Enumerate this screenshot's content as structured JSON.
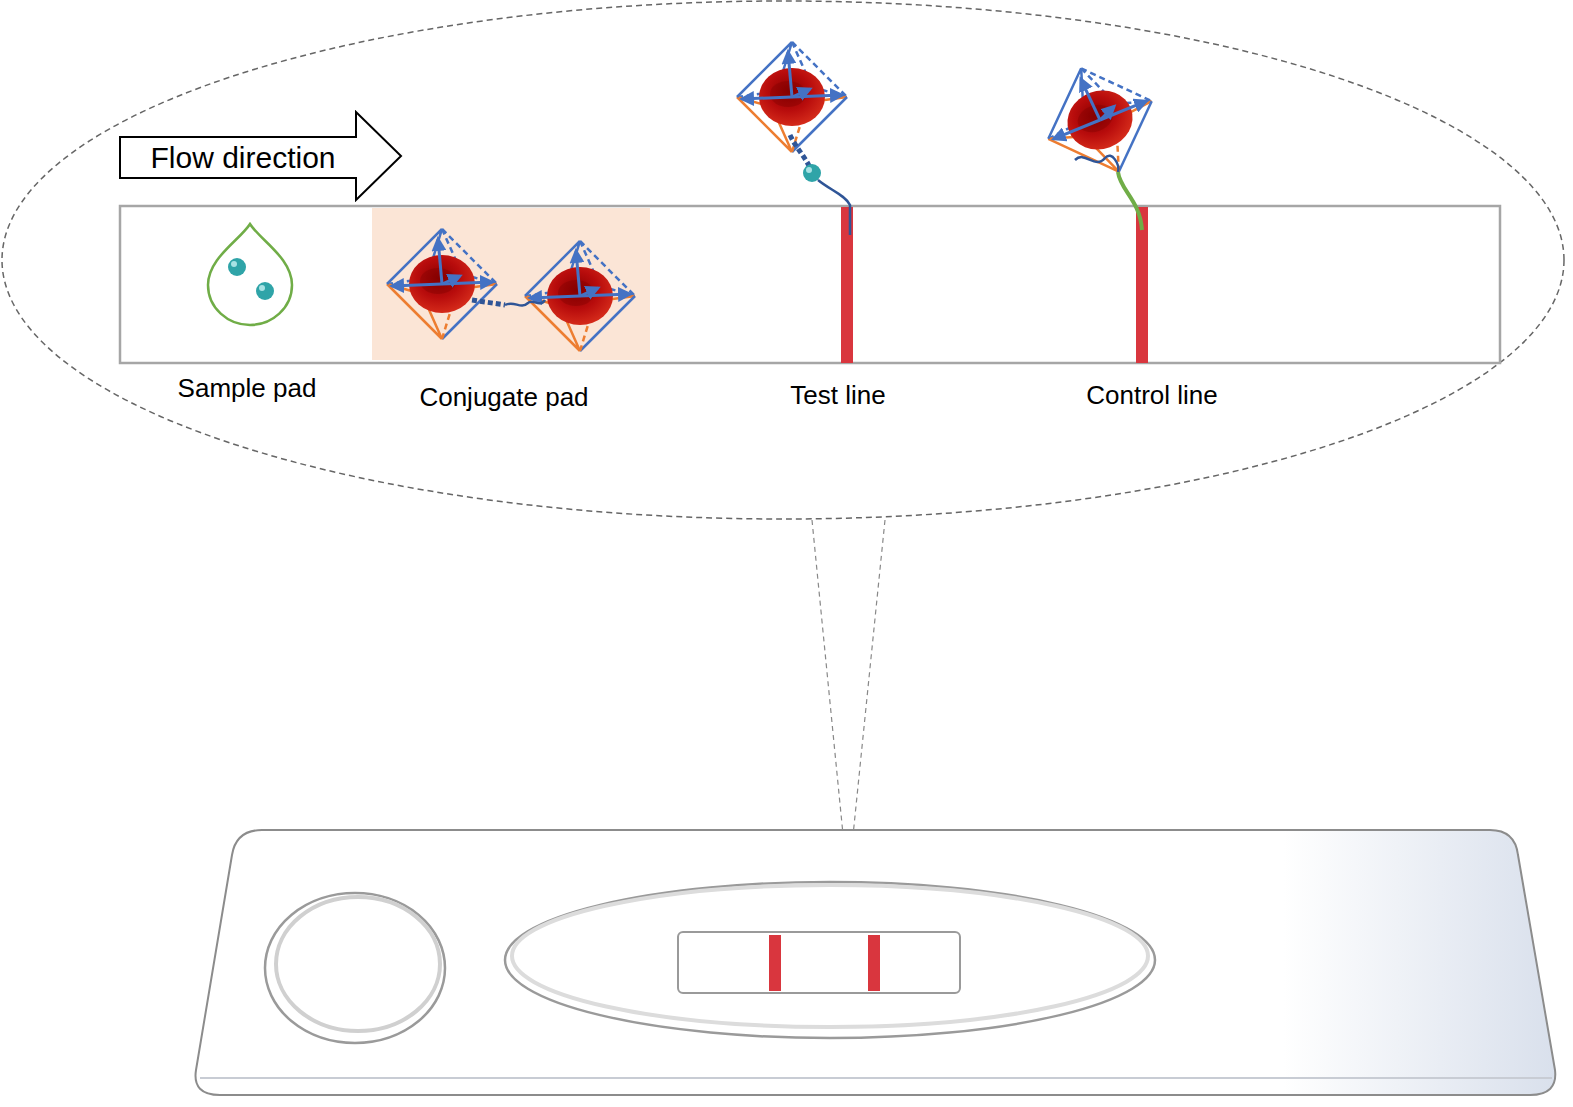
{
  "diagram": {
    "nodes": [
      {
        "text": [
          "Flow direction"
        ]
      }
    ],
    "labels": [
      "Sample pad",
      "Conjugate pad",
      "Test line",
      "Control line"
    ]
  }
}
